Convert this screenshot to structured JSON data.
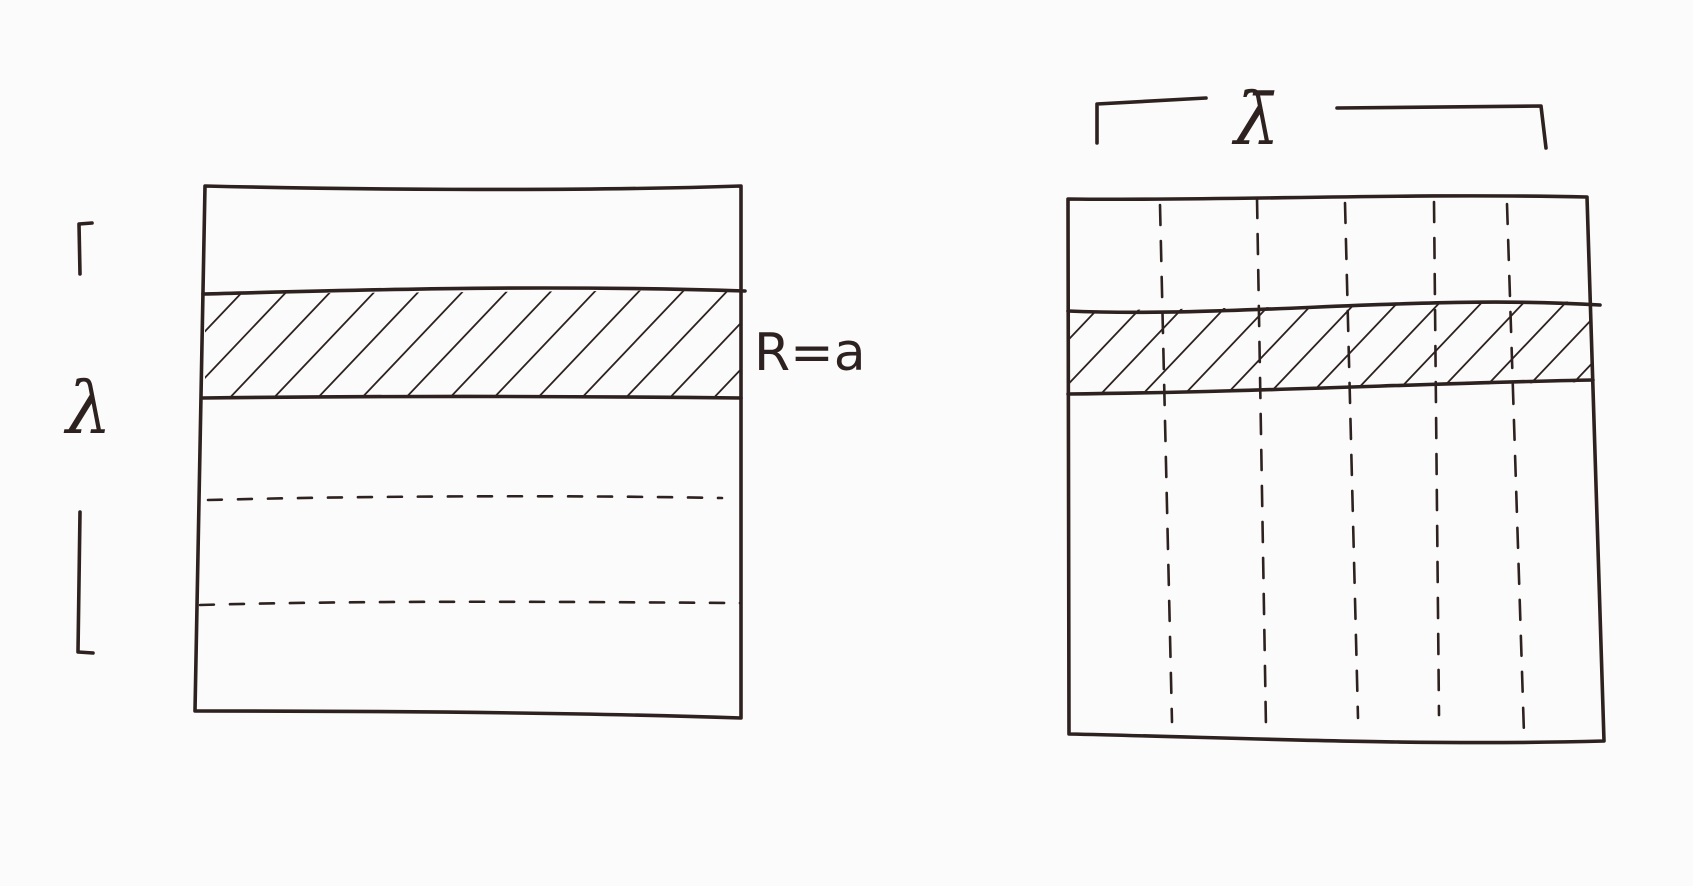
{
  "diagram": {
    "left_figure": {
      "side_label": "λ",
      "row_label": "R=a"
    },
    "right_figure": {
      "top_label": "λ̄"
    }
  }
}
